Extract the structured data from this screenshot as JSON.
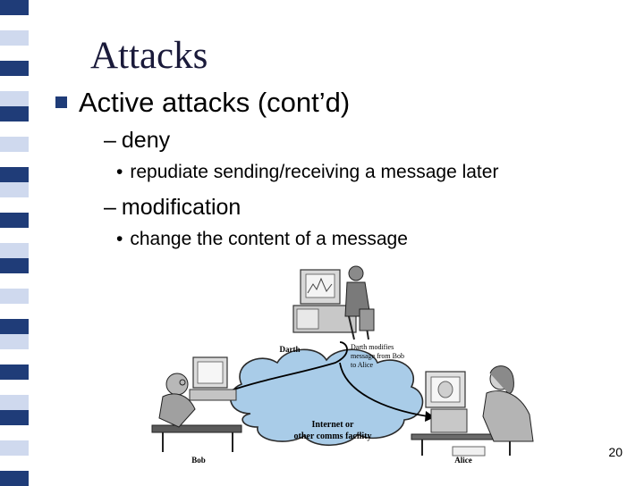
{
  "slide": {
    "title": "Attacks",
    "bullet": "Active attacks (cont’d)",
    "items": [
      {
        "dash": "–",
        "label": "deny",
        "sub": "repudiate sending/receiving a message later"
      },
      {
        "dash": "–",
        "label": "modification",
        "sub": "change the content of a message"
      }
    ],
    "page_number": "20"
  },
  "figure": {
    "darth_label": "Darth",
    "note_lines": [
      "Darth modifies",
      "message from Bob",
      "to Alice"
    ],
    "cloud_lines": [
      "Internet or",
      "other comms facility"
    ],
    "bob_label": "Bob",
    "alice_label": "Alice"
  },
  "colors": {
    "strip": [
      "#1f3c78",
      "#cfd9ee",
      "#ffffff"
    ],
    "bullet": "#1f3c78",
    "cloud": "#a9cce8"
  }
}
